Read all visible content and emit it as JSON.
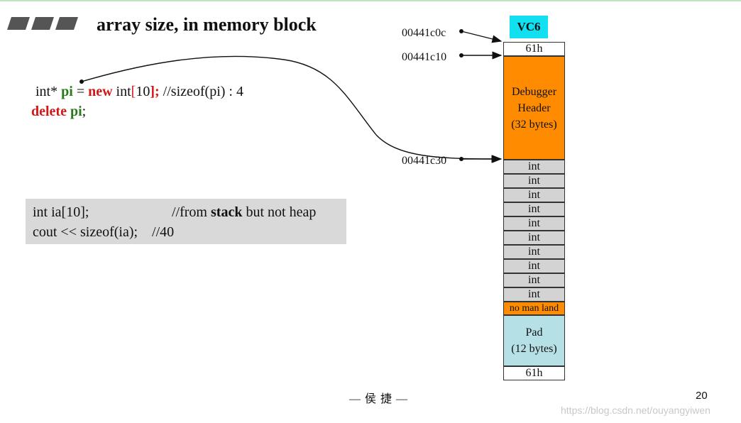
{
  "title": "array size, in memory block",
  "code": {
    "line1": {
      "p1": "int* ",
      "p2": "pi",
      "p3": " = ",
      "p4": "new",
      "p5": " int",
      "p6": "[",
      "p7": "10",
      "p8": "];",
      "p9": "   //sizeof(pi) : 4"
    },
    "line2": {
      "p1": "delete",
      "p2": " ",
      "p3": "pi",
      "p4": ";"
    }
  },
  "box": {
    "line1": {
      "a": "int ia[10];",
      "b": "//from ",
      "c": "stack",
      "d": " but not heap"
    },
    "line2": "cout << sizeof(ia);    //40"
  },
  "memory": {
    "badge": "VC6",
    "top_cookie": "61h",
    "debugger_header": [
      "Debugger",
      "Header",
      "(32 bytes)"
    ],
    "int_cells": [
      "int",
      "int",
      "int",
      "int",
      "int",
      "int",
      "int",
      "int",
      "int",
      "int"
    ],
    "no_mans_land": "no man land",
    "pad": [
      "Pad",
      "(12 bytes)"
    ],
    "bottom_cookie": "61h"
  },
  "addresses": [
    "00441c0c",
    "00441c10",
    "00441c30"
  ],
  "footer": "— 侯 捷 —",
  "page_number": "20",
  "watermark": "https://blog.csdn.net/ouyangyiwen",
  "colors": {
    "badge": "#10e0f0",
    "header_block": "#ff8c00",
    "int_cells": "#d3d3d3",
    "pad_block": "#b5e1e6",
    "keyword_new": "#d01818",
    "pointer_name": "#2a7a1c"
  }
}
